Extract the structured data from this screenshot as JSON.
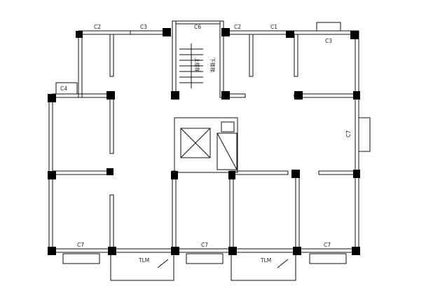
{
  "plan": {
    "labels": {
      "c2_left": "C2",
      "c3_top": "C3",
      "c6": "C6",
      "c2_right": "C2",
      "c1": "C1",
      "c3_right": "C3",
      "c4_left": "C4",
      "c7_right": "C7",
      "c7_bottom_1": "C7",
      "c7_bottom_2": "C7",
      "c7_bottom_3": "C7",
      "tlm_1": "TLM",
      "tlm_2": "TLM",
      "stair_up": "上楼梯",
      "stair_down": "下楼梯"
    }
  }
}
